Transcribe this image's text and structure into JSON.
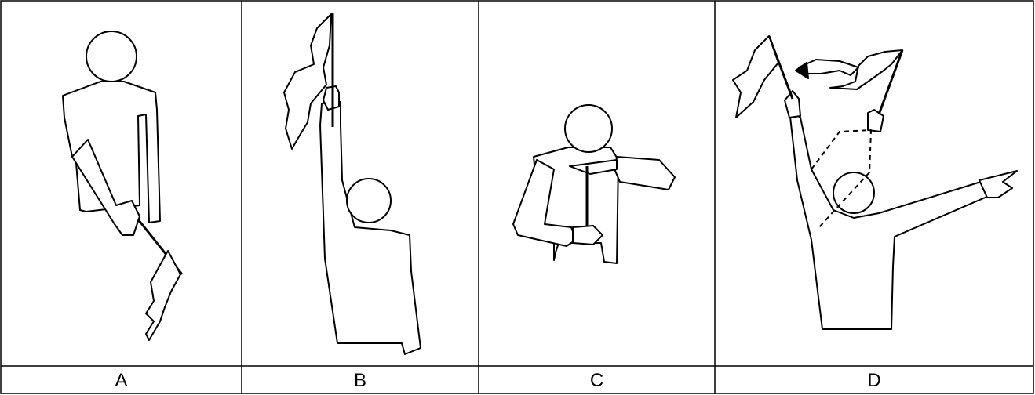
{
  "panels": [
    {
      "label": "A"
    },
    {
      "label": "B"
    },
    {
      "label": "C"
    },
    {
      "label": "D"
    }
  ],
  "colors": {
    "line": "#000000",
    "background": "#ffffff"
  }
}
